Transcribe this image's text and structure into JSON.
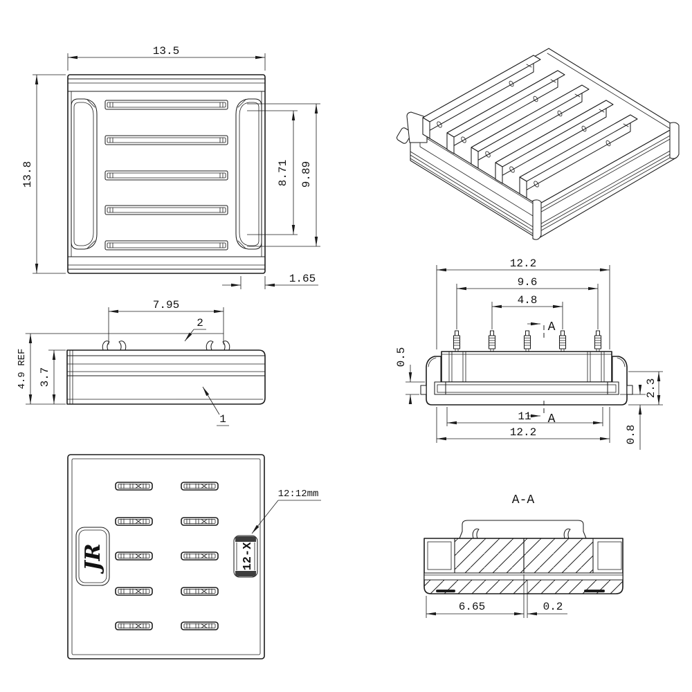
{
  "drawing": {
    "views": {
      "top": {
        "dim_width": "13.5",
        "dim_height": "13.8",
        "dim_slot_span": "8.71",
        "dim_opening_span": "9.89",
        "dim_rail_width": "1.65"
      },
      "side": {
        "dim_latch_span": "7.95",
        "dim_overall_height": "4.9 REF",
        "dim_body_height": "3.7",
        "balloon_housing": "1",
        "balloon_latch": "2"
      },
      "front": {
        "dim_overall_width": "12.2",
        "dim_pin_span_outer": "9.6",
        "dim_pin_span_inner": "4.8",
        "dim_pin_clearance": "0.5",
        "dim_side_height": "2.3",
        "dim_standoff": "0.8",
        "dim_base_inner": "11",
        "dim_base_width": "12.2",
        "section_marker": "A"
      },
      "bottom": {
        "leader_note": "12:12mm",
        "part_marking": "12-X",
        "logo_text": "JR"
      },
      "section": {
        "title": "A-A",
        "dim_slot_offset": "6.65",
        "dim_center_offset": "0.2"
      }
    }
  }
}
